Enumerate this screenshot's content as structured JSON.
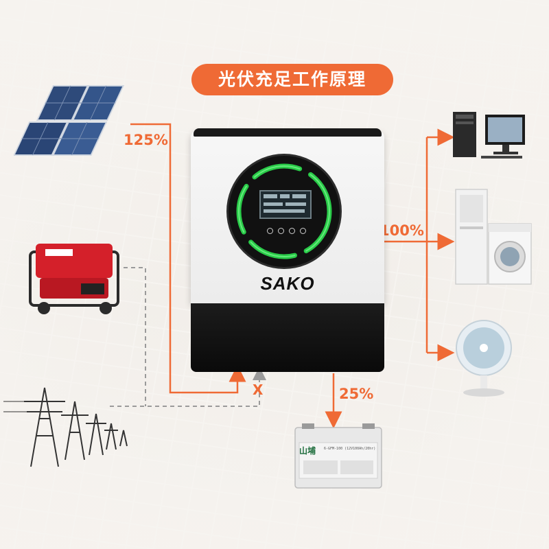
{
  "title": "光伏充足工作原理",
  "brand": "SAKO",
  "flows": {
    "solar_percent": "125%",
    "load_percent": "100%",
    "battery_percent": "25%",
    "blocked_mark": "X"
  },
  "battery": {
    "brand": "山埔",
    "model": "6-GFM-100 (12V100Ah/20hr)"
  },
  "colors": {
    "accent": "#ef6a35",
    "inverter_ring": "#2bd64c",
    "dashed_line": "#9a9a9a"
  }
}
